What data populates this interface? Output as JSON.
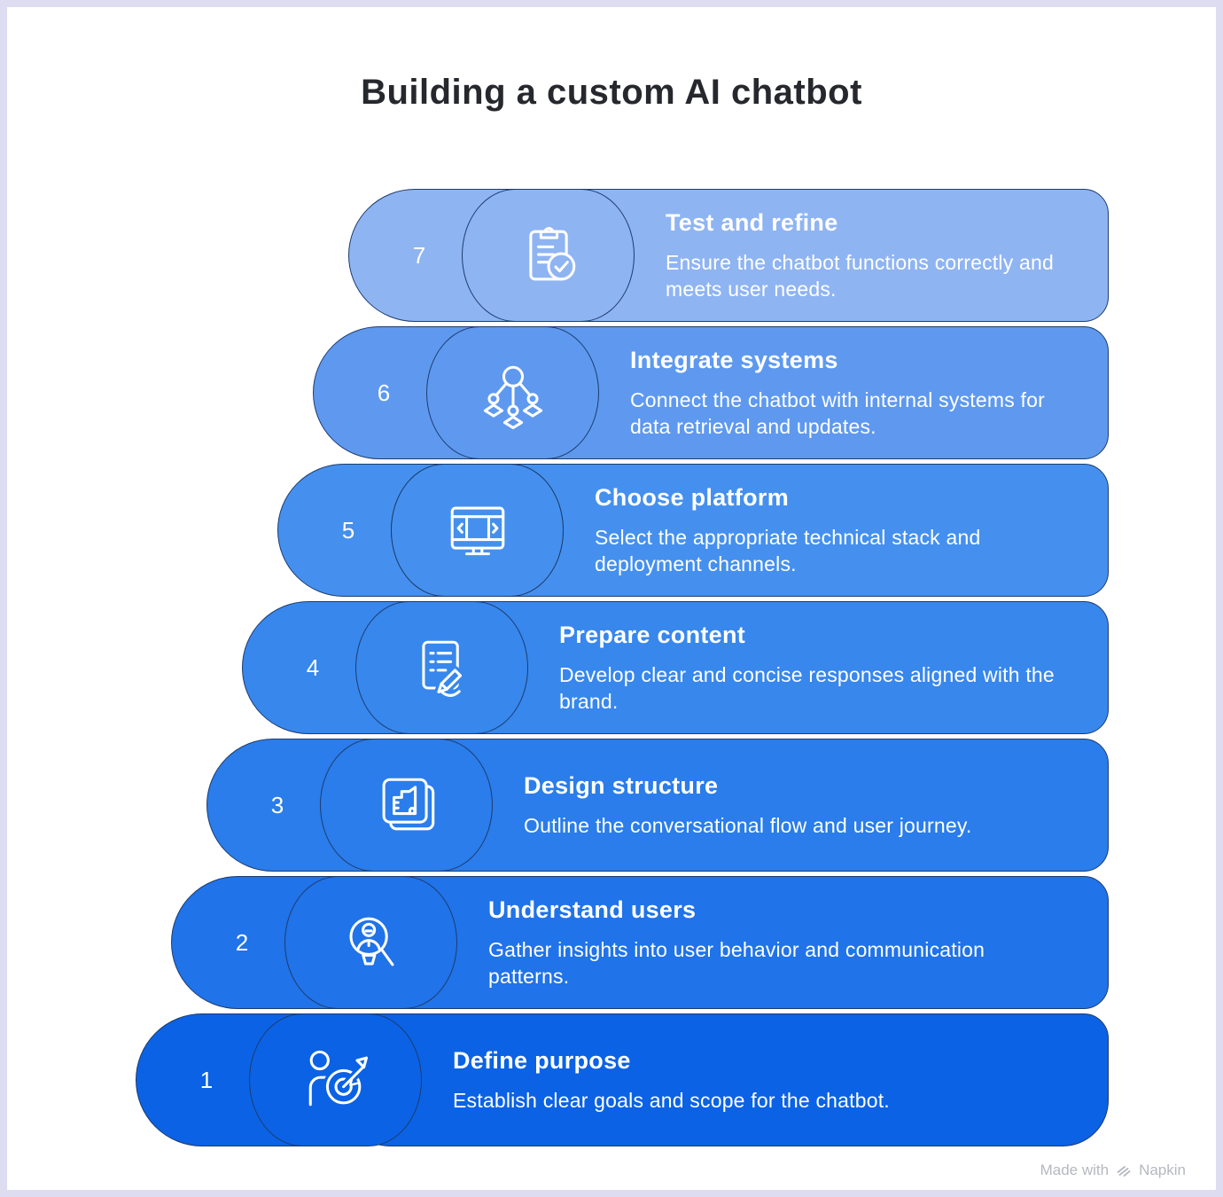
{
  "title": "Building a custom AI chatbot",
  "steps": [
    {
      "number": "7",
      "title": "Test and refine",
      "description": "Ensure the chatbot functions correctly and meets user needs.",
      "icon": "clipboard-check-icon",
      "color": "#8fb4f2"
    },
    {
      "number": "6",
      "title": "Integrate systems",
      "description": "Connect the chatbot with internal systems for data retrieval and updates.",
      "icon": "org-network-icon",
      "color": "#5e99ef"
    },
    {
      "number": "5",
      "title": "Choose platform",
      "description": "Select the appropriate technical stack and deployment channels.",
      "icon": "monitor-carousel-icon",
      "color": "#4590ee"
    },
    {
      "number": "4",
      "title": "Prepare content",
      "description": "Develop clear and concise responses aligned with the brand.",
      "icon": "writing-document-icon",
      "color": "#3787ed"
    },
    {
      "number": "3",
      "title": "Design structure",
      "description": "Outline the conversational flow and user journey.",
      "icon": "blueprint-pages-icon",
      "color": "#2a7dea"
    },
    {
      "number": "2",
      "title": "Understand users",
      "description": "Gather insights into user behavior and communication patterns.",
      "icon": "user-magnifier-icon",
      "color": "#2073e8"
    },
    {
      "number": "1",
      "title": "Define purpose",
      "description": "Establish clear goals and scope for the chatbot.",
      "icon": "person-target-icon",
      "color": "#0b62e4"
    }
  ],
  "palette": {
    "outline": "#1d3c6f",
    "frame_border": "#dedcf0",
    "background": "#ffffff",
    "title_text": "#26282e",
    "step_text": "#ffffff",
    "watermark_text": "#b5b8c0"
  },
  "watermark": {
    "prefix": "Made with",
    "brand": "Napkin",
    "logo_icon": "napkin-logo-icon"
  }
}
